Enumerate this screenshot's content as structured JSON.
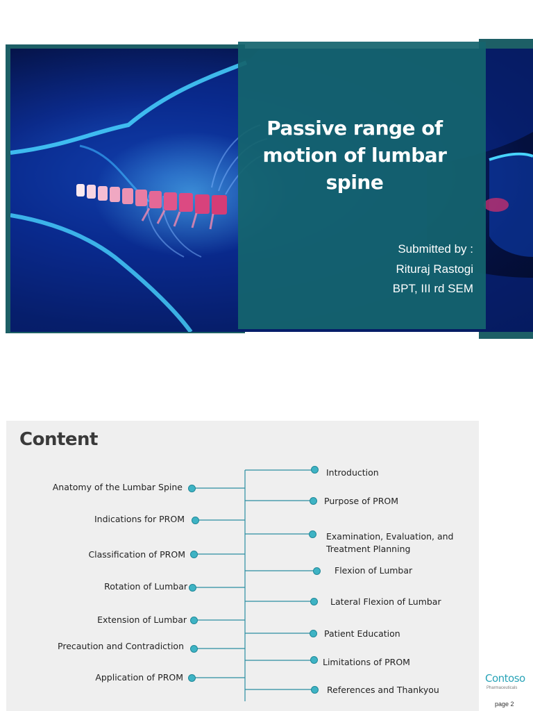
{
  "slide1": {
    "title": "Passive range of motion of lumbar spine",
    "submitted_by": "Submitted by :",
    "author": "Rituraj Rastogi",
    "course": "BPT, III rd SEM"
  },
  "slide2": {
    "heading": "Content",
    "left_items": [
      "Anatomy of the Lumbar Spine",
      "Indications for PROM",
      "Classification of PROM",
      "Rotation of Lumbar",
      "Extension of Lumbar",
      "Precaution and Contradiction",
      "Application of PROM"
    ],
    "right_items": [
      "Introduction",
      "Purpose of PROM",
      "Examination, Evaluation, and Treatment Planning",
      "Flexion of Lumbar",
      "Lateral Flexion of Lumbar",
      "Patient Education",
      "Limitations of PROM",
      "References and Thankyou"
    ],
    "brand": "Contoso",
    "brand_sub": "Pharmaceuticals",
    "page_label": "page 2"
  },
  "colors": {
    "teal_frame": "#1d5f66",
    "teal_panel": "#14646e",
    "dot": "#3eb3c4",
    "connector": "#2a8ea0",
    "brand": "#2aa4b8"
  }
}
